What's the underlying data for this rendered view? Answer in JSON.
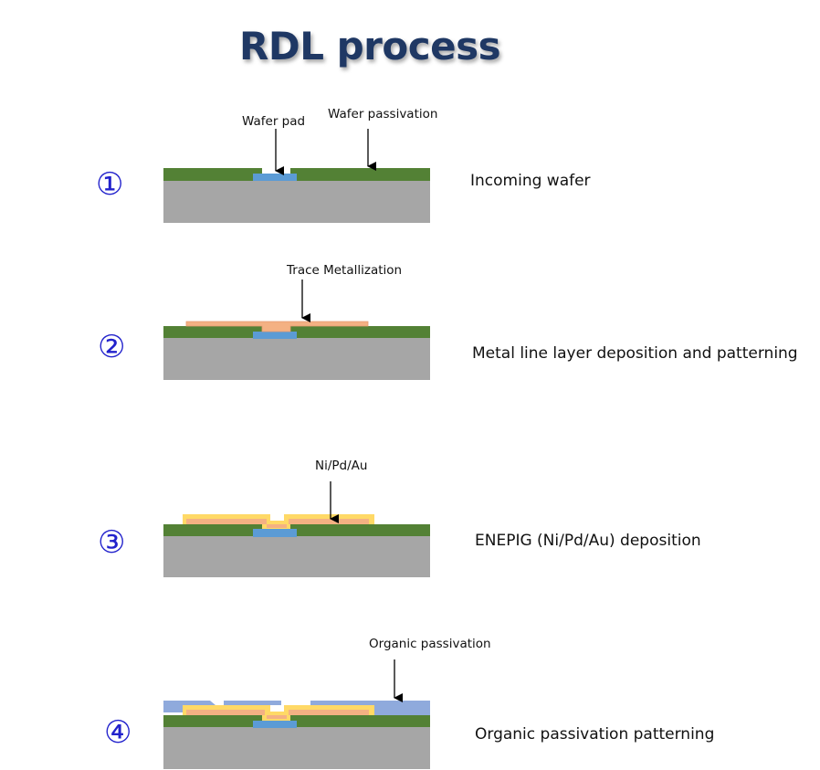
{
  "title": "RDL process",
  "colors": {
    "substrate": "#a6a6a6",
    "wafer_passivation": "#538135",
    "wafer_pad": "#5b9bd5",
    "trace_metal": "#f4b183",
    "trace_metal_edge": "#c55a11",
    "enepig": "#ffd966",
    "organic_passivation": "#8faadc",
    "arrow": "#000000",
    "step_number": "#2222cc",
    "title": "#1f3864"
  },
  "steps": [
    {
      "number": "①",
      "description": "Incoming wafer",
      "callouts": [
        "Wafer pad",
        "Wafer passivation"
      ]
    },
    {
      "number": "②",
      "description": "Metal line layer deposition and patterning",
      "callouts": [
        "Trace Metallization"
      ]
    },
    {
      "number": "③",
      "description": "ENEPIG (Ni/Pd/Au) deposition",
      "callouts": [
        "Ni/Pd/Au"
      ]
    },
    {
      "number": "④",
      "description": "Organic passivation patterning",
      "callouts": [
        "Organic passivation"
      ]
    }
  ]
}
